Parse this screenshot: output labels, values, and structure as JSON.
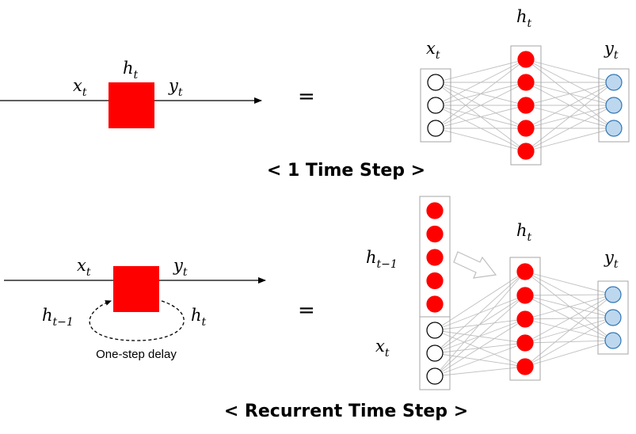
{
  "top": {
    "input_label": {
      "base": "x",
      "sub": "t"
    },
    "hidden_label": {
      "base": "h",
      "sub": "t"
    },
    "output_label": {
      "base": "y",
      "sub": "t"
    },
    "equals": "=",
    "net_input_label": {
      "base": "x",
      "sub": "t"
    },
    "net_hidden_label": {
      "base": "h",
      "sub": "t"
    },
    "net_output_label": {
      "base": "y",
      "sub": "t"
    },
    "caption": "< 1 Time Step >",
    "input_nodes": 3,
    "hidden_nodes": 5,
    "output_nodes": 3
  },
  "bottom": {
    "input_label": {
      "base": "x",
      "sub": "t"
    },
    "output_label": {
      "base": "y",
      "sub": "t"
    },
    "prev_hidden_label": {
      "base": "h",
      "sub": "t−1"
    },
    "hidden_label": {
      "base": "h",
      "sub": "t"
    },
    "delay_label": "One-step delay",
    "equals": "=",
    "net_prev_hidden_label": {
      "base": "h",
      "sub": "t−1"
    },
    "net_input_label": {
      "base": "x",
      "sub": "t"
    },
    "net_hidden_label": {
      "base": "h",
      "sub": "t"
    },
    "net_output_label": {
      "base": "y",
      "sub": "t"
    },
    "caption": "< Recurrent Time Step >",
    "prev_hidden_nodes": 5,
    "input_nodes": 3,
    "hidden_nodes": 5,
    "output_nodes": 3
  },
  "colors": {
    "hidden": "#ff0000",
    "output": "#bdd7ee",
    "output_stroke": "#2e75b6",
    "input": "#ffffff"
  }
}
